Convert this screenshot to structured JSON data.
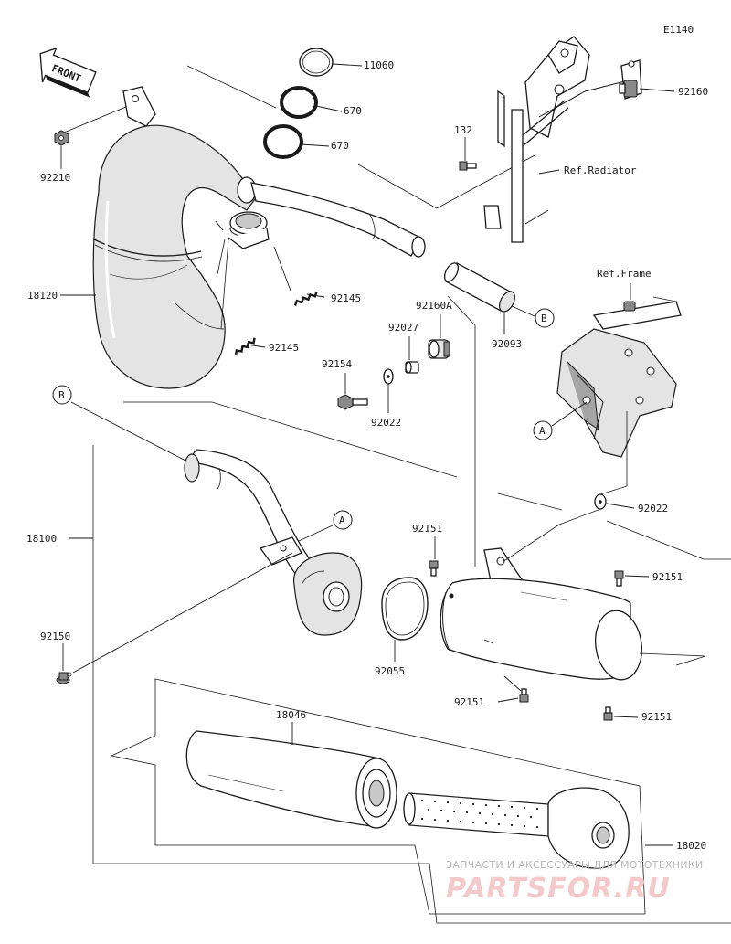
{
  "diagram_code": "E1140",
  "front_label": "FRONT",
  "callouts": {
    "a1": "A",
    "a2": "A",
    "b1": "B",
    "b2": "B"
  },
  "parts": {
    "p11060": "11060",
    "p670a": "670",
    "p670b": "670",
    "p92210": "92210",
    "p18120": "18120",
    "p92145a": "92145",
    "p92145b": "92145",
    "p132": "132",
    "p92160": "92160",
    "ref_radiator": "Ref.Radiator",
    "ref_frame": "Ref.Frame",
    "p92093": "92093",
    "p92160a": "92160A",
    "p92027": "92027",
    "p92154": "92154",
    "p92022a": "92022",
    "p92022b": "92022",
    "p18100": "18100",
    "p92151a": "92151",
    "p92151b": "92151",
    "p92151c": "92151",
    "p92151d": "92151",
    "p92150": "92150",
    "p92055": "92055",
    "p18046": "18046",
    "p18020": "18020"
  },
  "watermark": {
    "line1": "ЗАПЧАСТИ И АКСЕССУАРЫ ДЛЯ МОТОТЕХНИКИ",
    "line2": "PARTSFOR.RU"
  },
  "colors": {
    "line": "#1a1a1a",
    "watermark_text": "#b9b9b9",
    "watermark_logo": "#f3c9c9"
  }
}
